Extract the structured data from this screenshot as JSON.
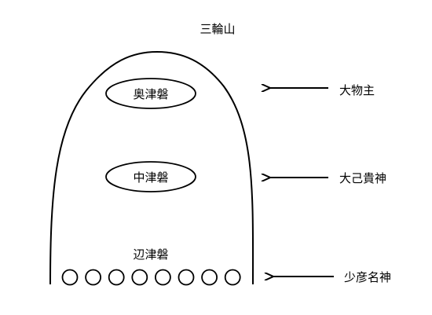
{
  "diagram": {
    "title": "三輪山",
    "rocks": {
      "upper": "奥津磐",
      "middle": "中津磐",
      "lower": "辺津磐"
    },
    "stone_count": 8,
    "deities": {
      "upper": "大物主",
      "middle": "大己貴神",
      "lower": "少彦名神"
    },
    "colors": {
      "line": "#000000",
      "background": "#ffffff"
    }
  }
}
